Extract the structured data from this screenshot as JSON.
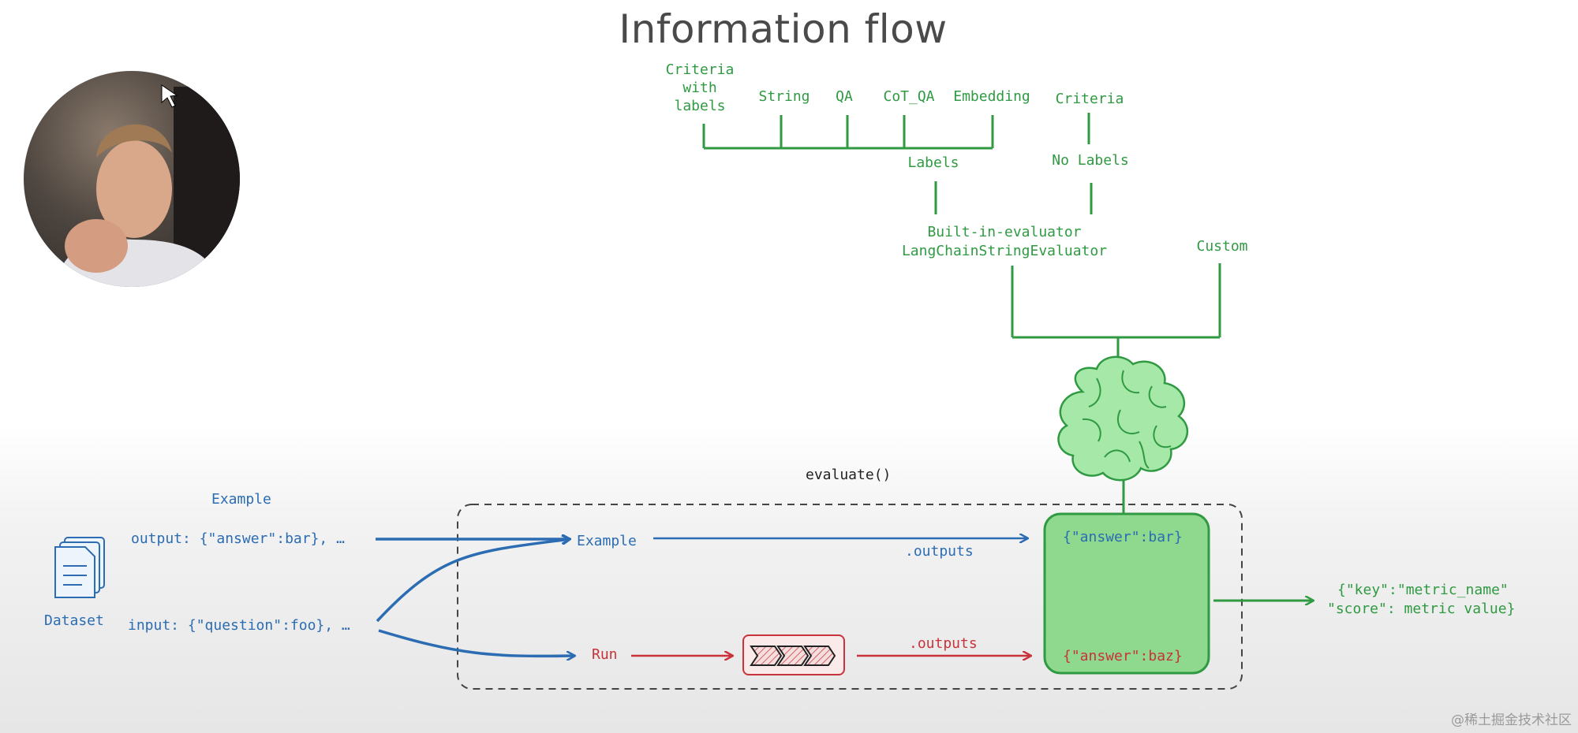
{
  "title": "Information flow",
  "top": {
    "criteria_with_labels": [
      "Criteria",
      "with",
      "labels"
    ],
    "string": "String",
    "qa": "QA",
    "cot_qa": "CoT_QA",
    "embedding": "Embedding",
    "criteria": "Criteria",
    "labels": "Labels",
    "no_labels": "No Labels",
    "builtin_line1": "Built-in-evaluator",
    "builtin_line2": "LangChainStringEvaluator",
    "custom": "Custom"
  },
  "left": {
    "example_heading": "Example",
    "output_text": "output: {\"answer\":bar}, …",
    "input_text": "input: {\"question\":foo}, …",
    "dataset_label": "Dataset"
  },
  "evaluate_label": "evaluate()",
  "inner": {
    "example": "Example",
    "run": "Run",
    "outputs_top": ".outputs",
    "outputs_bottom": ".outputs",
    "answer_bar": "{\"answer\":bar}",
    "answer_baz": "{\"answer\":baz}"
  },
  "result": {
    "line1": "{\"key\":\"metric_name\"",
    "line2": "\"score\": metric value}"
  },
  "watermark": "@稀土掘金技术社区",
  "icons": [
    "dataset-document-icon",
    "brain-icon",
    "pipeline-chevrons-icon",
    "webcam-person"
  ],
  "colors": {
    "green": "#2f9a42",
    "blue": "#2b6cb3",
    "red": "#c8323a",
    "box_fill": "#8fd98f"
  }
}
